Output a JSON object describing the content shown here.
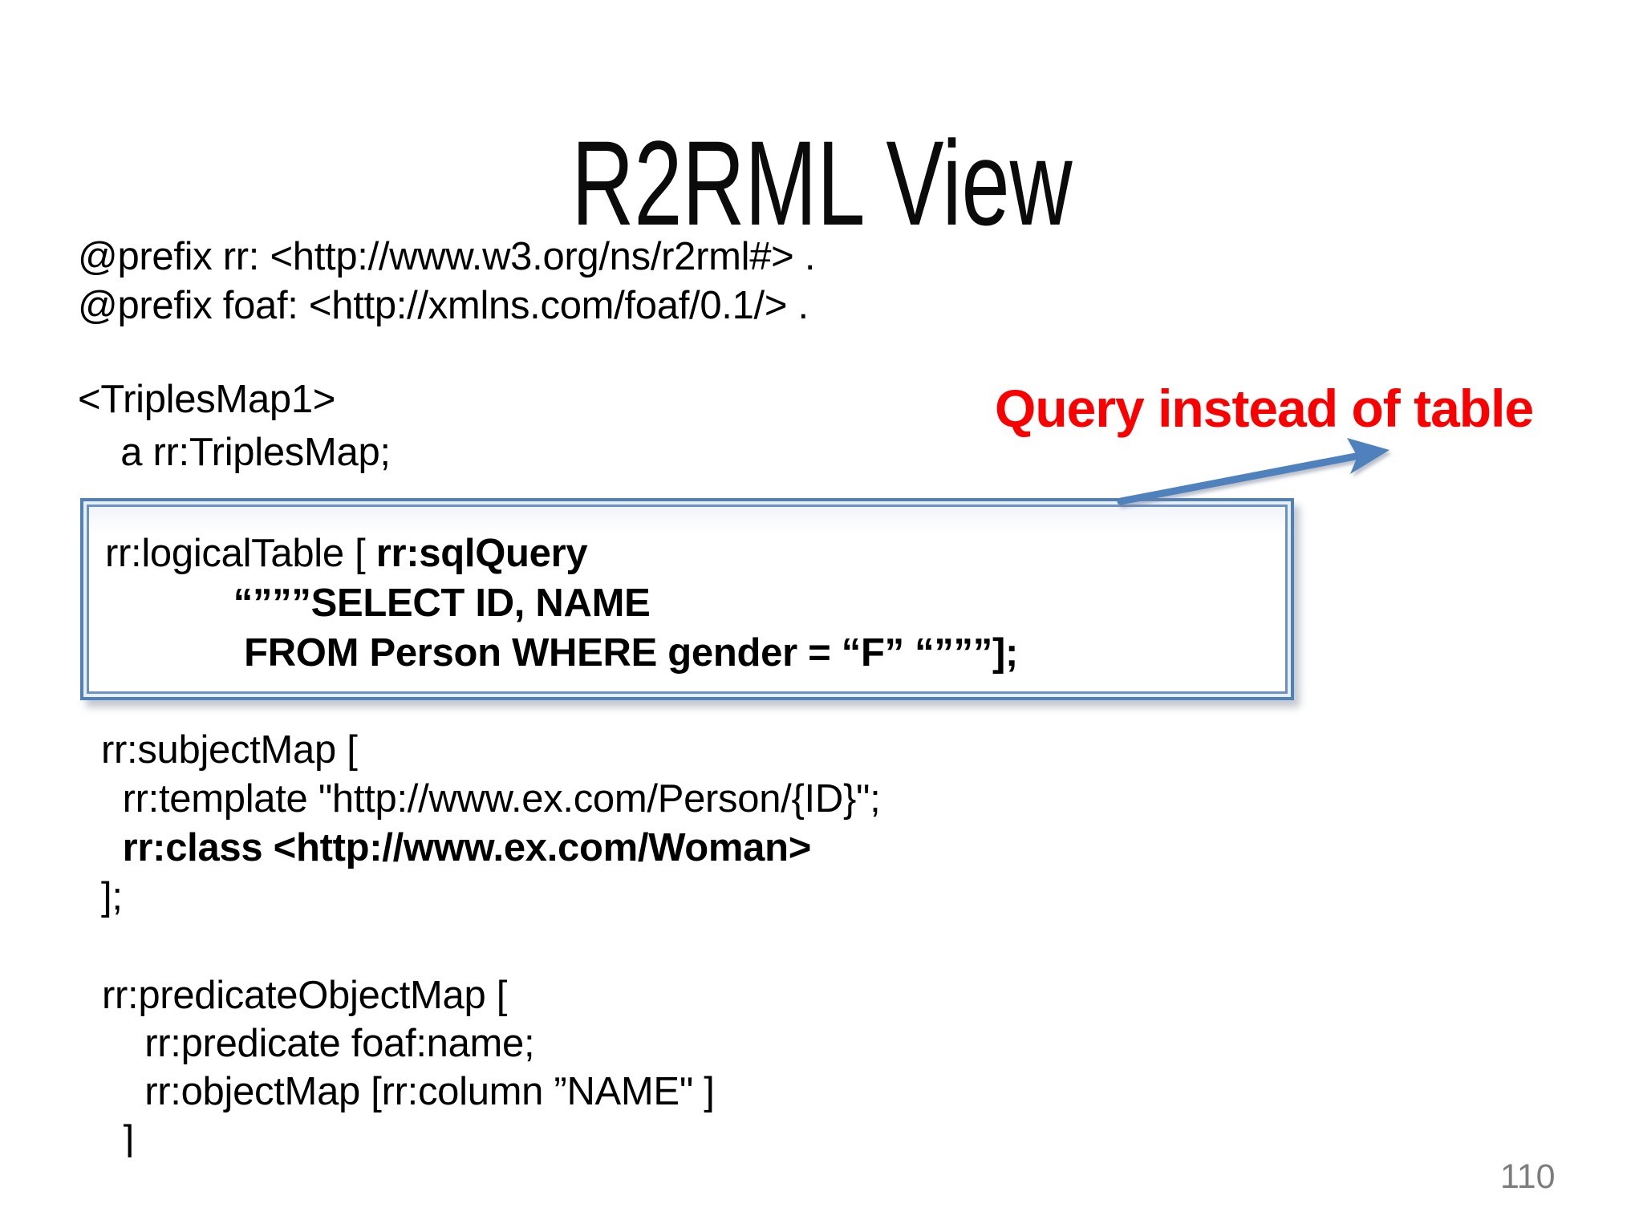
{
  "slide": {
    "title": "R2RML View",
    "page_number": "110",
    "annotation": {
      "text": "Query instead of table",
      "color": "#fa0000"
    },
    "colors": {
      "background": "#ffffff",
      "body_text": "#000000",
      "box_border_blue": "#4f81bd",
      "box_inner_line_blue": "#6b92c4",
      "box_fill_top_tint": "#eef2f8",
      "arrow_blue": "#4f81bd",
      "annotation_red": "#fa0000",
      "page_number_gray": "#7d7d7d"
    }
  },
  "code": {
    "sections": [
      {
        "name": "prefixes",
        "lines": [
          [
            {
              "t": "@prefix rr: <http://www.w3.org/ns/r2rml#> ."
            }
          ],
          [
            {
              "t": "@prefix foaf: <http://xmlns.com/foaf/0.1/> ."
            }
          ]
        ]
      },
      {
        "name": "triplesmap",
        "lines": [
          [
            {
              "t": "<TriplesMap1>"
            }
          ],
          [
            {
              "t": "    a rr:TriplesMap;"
            }
          ]
        ]
      },
      {
        "name": "logical-table-box",
        "lines": [
          [
            {
              "t": "rr:logicalTable [ "
            },
            {
              "t": "rr:sqlQuery",
              "b": 1
            }
          ],
          [
            {
              "t": "            "
            },
            {
              "t": "“”””SELECT ID, NAME",
              "b": 1
            }
          ],
          [
            {
              "t": "             "
            },
            {
              "t": "FROM Person WHERE gender = “F” “”””];",
              "b": 1
            }
          ]
        ]
      },
      {
        "name": "subject-map",
        "lines": [
          [
            {
              "t": "rr:subjectMap ["
            }
          ],
          [
            {
              "t": "  rr:template \"http://www.ex.com/Person/{ID}\";"
            }
          ],
          [
            {
              "t": "  "
            },
            {
              "t": "rr:class <http://www.ex.com/Woman>",
              "b": 1
            }
          ],
          [
            {
              "t": "];"
            }
          ]
        ]
      },
      {
        "name": "predicate-object-map",
        "lines": [
          [
            {
              "t": "rr:predicateObjectMap ["
            }
          ],
          [
            {
              "t": "    rr:predicate foaf:name;"
            }
          ],
          [
            {
              "t": "    rr:objectMap [rr:column ”NAME\" ]"
            }
          ],
          [
            {
              "t": "  ]"
            }
          ]
        ]
      }
    ]
  }
}
